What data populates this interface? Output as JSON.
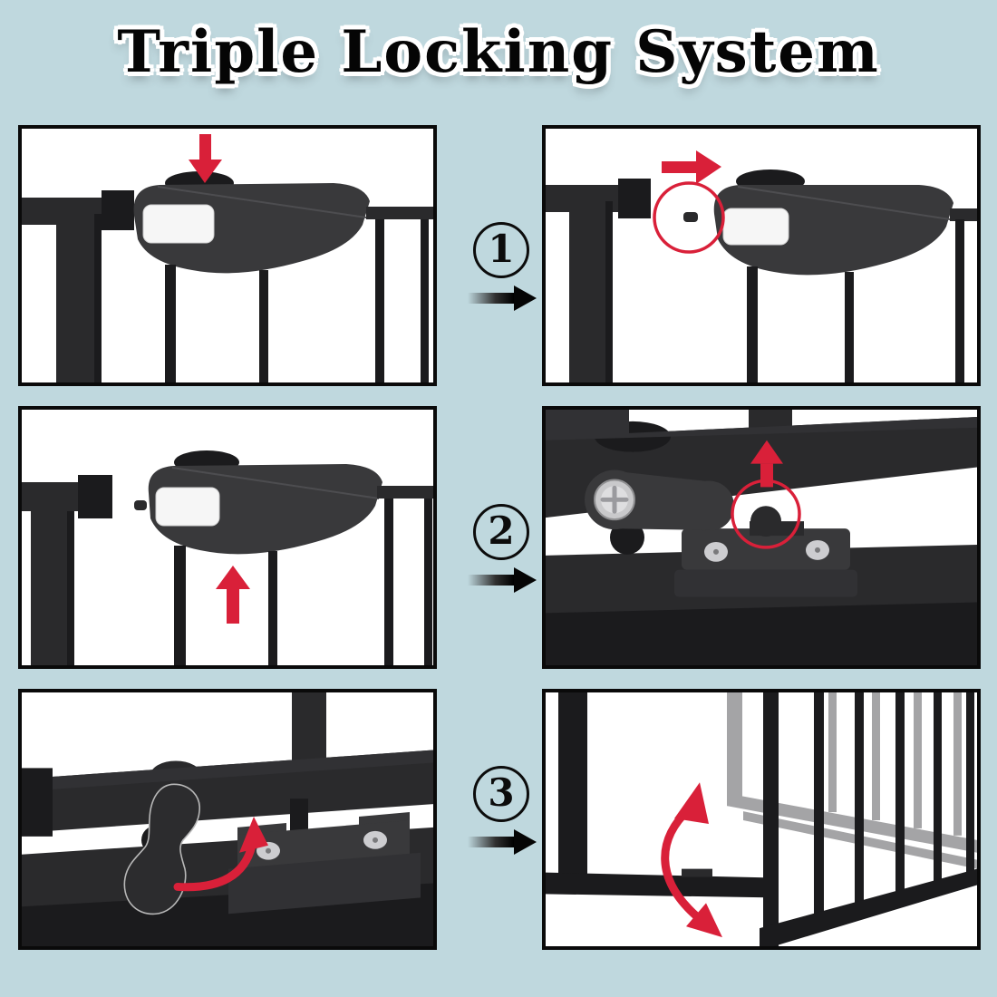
{
  "title": "Triple Locking System",
  "steps": [
    {
      "number": "1"
    },
    {
      "number": "2"
    },
    {
      "number": "3"
    }
  ],
  "colors": {
    "background": "#bfd8de",
    "accent_red": "#d92039",
    "panel_border": "#0a0a0a",
    "gate_dark": "#39393b",
    "gate_black": "#1b1b1d",
    "ghost_gray": "#a4a4a6"
  },
  "icons": {
    "connector": "right-arrow",
    "step1_press": "down-arrow",
    "step1_slide": [
      "right-arrow",
      "highlight-circle"
    ],
    "step2_lift": "up-arrow",
    "step2_detail": [
      "up-arrow",
      "highlight-circle"
    ],
    "step3_rotate": "curved-arrow",
    "step3_swing": "double-curved-arrow"
  }
}
